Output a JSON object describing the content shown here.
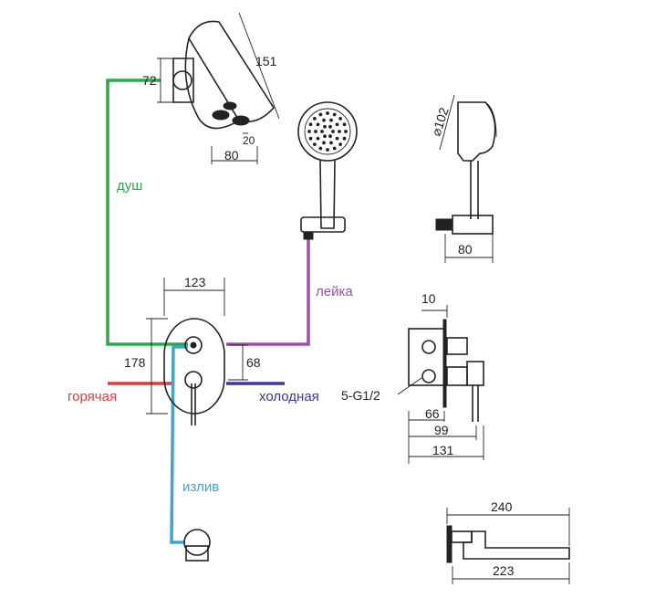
{
  "colors": {
    "shower": "#2aa84a",
    "handheld": "#9b4fa8",
    "hot": "#e23b3b",
    "cold": "#3a35a8",
    "spout": "#3fa3d6",
    "line": "#222222"
  },
  "labels": {
    "shower": "душ",
    "handheld": "лейка",
    "hot": "горячая",
    "cold": "холодная",
    "spout": "излив"
  },
  "dims": {
    "head_length": "151",
    "head_height": "72",
    "head_width": "80",
    "head_offset": "20",
    "hand_diameter": "⌀102",
    "hand_holder": "80",
    "plate_width": "123",
    "plate_height": "178",
    "plate_spacing": "68",
    "side_plate": "10",
    "connection": "5-G1/2",
    "depth_66": "66",
    "depth_99": "99",
    "depth_131": "131",
    "spout_240": "240",
    "spout_223": "223"
  }
}
